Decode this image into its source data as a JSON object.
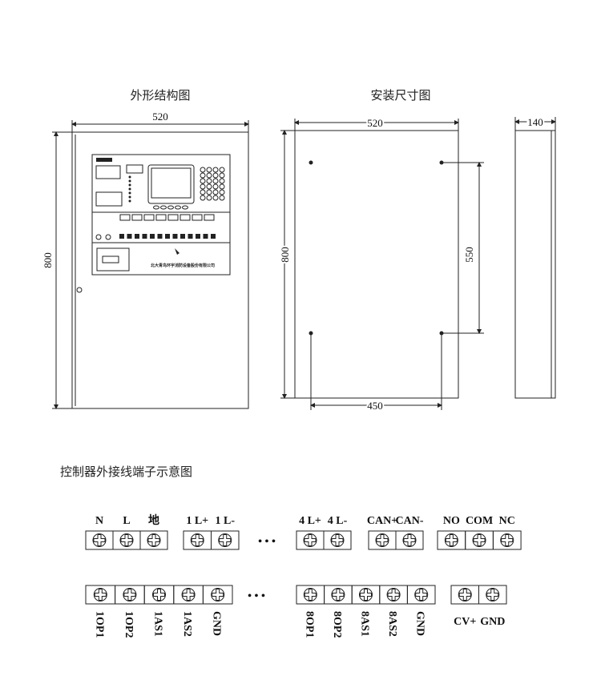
{
  "titles": {
    "front_view": "外形结构图",
    "install_view": "安装尺寸图",
    "terminal_diagram": "控制器外接线端子示意图"
  },
  "dimensions": {
    "front_width": "520",
    "front_height": "800",
    "install_width": "520",
    "install_height": "800",
    "hole_vertical": "550",
    "hole_horizontal": "450",
    "side_depth": "140"
  },
  "panel": {
    "company_name": "北大青鸟环宇消防设备股份有限公司"
  },
  "terminals": {
    "row1": [
      {
        "labels": [
          "N",
          "L",
          "地"
        ]
      },
      {
        "labels": [
          "1 L+",
          "1 L-"
        ]
      },
      {
        "labels": [
          "4 L+",
          "4 L-"
        ]
      },
      {
        "labels": [
          "CAN+",
          "CAN-"
        ]
      },
      {
        "labels": [
          "NO",
          "COM",
          "NC"
        ]
      }
    ],
    "row2": [
      {
        "labels": [
          "1OP1",
          "1OP2",
          "1AS1",
          "1AS2",
          "GND"
        ],
        "vertical": true
      },
      {
        "labels": [
          "8OP1",
          "8OP2",
          "8AS1",
          "8AS2",
          "GND"
        ],
        "vertical": true
      },
      {
        "labels": [
          "CV+",
          "GND"
        ],
        "vertical": false
      }
    ],
    "ellipsis": "• • •"
  }
}
